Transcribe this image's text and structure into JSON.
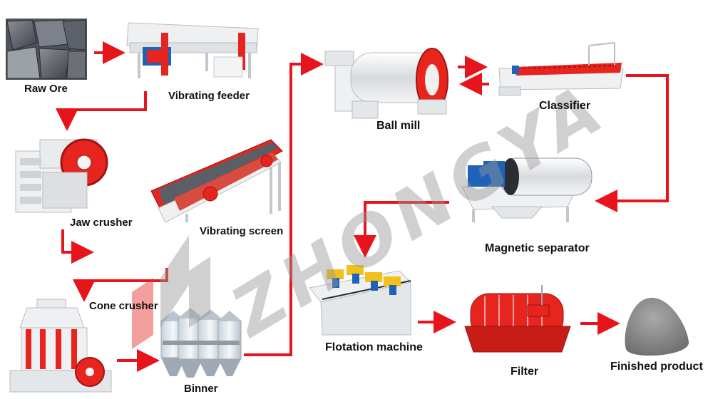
{
  "diagram": {
    "labels": {
      "raw_ore": "Raw Ore",
      "vibrating_feeder": "Vibrating feeder",
      "jaw_crusher": "Jaw crusher",
      "vibrating_screen": "Vibrating screen",
      "cone_crusher": "Cone crusher",
      "binner": "Binner",
      "ball_mill": "Ball mill",
      "classifier": "Classifier",
      "magnetic_separator": "Magnetic separator",
      "flotation_machine": "Flotation machine",
      "filter": "Filter",
      "finished_product": "Finished product"
    },
    "watermark": "ZHONGYA",
    "colors": {
      "arrow": "#e8141b",
      "machine_red": "#e8241e",
      "machine_white": "#eef0f2",
      "blue": "#1e63b8",
      "yellow": "#f2c21a",
      "watermark": "#9a9a9a"
    }
  }
}
